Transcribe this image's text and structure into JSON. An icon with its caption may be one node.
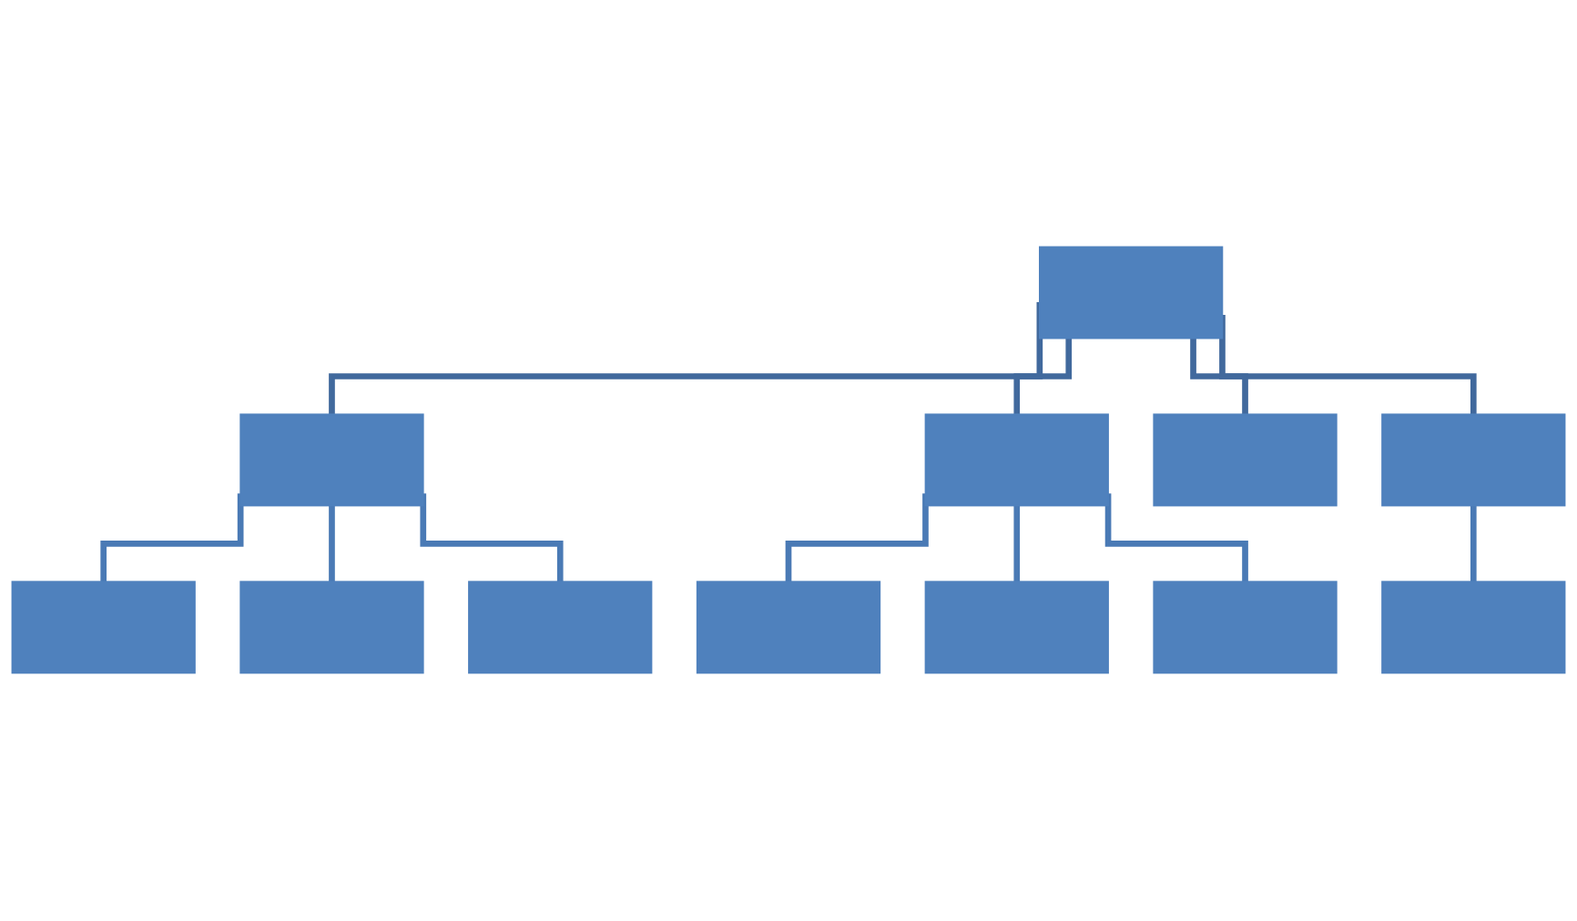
{
  "diagram": {
    "nodes": [
      {
        "text": [],
        "shape": "box"
      },
      {
        "text": [],
        "shape": "box"
      },
      {
        "text": [],
        "shape": "box"
      },
      {
        "text": [],
        "shape": "box"
      },
      {
        "text": [],
        "shape": "box"
      },
      {
        "text": [],
        "shape": "box"
      },
      {
        "text": [],
        "shape": "box"
      },
      {
        "text": [],
        "shape": "box"
      },
      {
        "text": [],
        "shape": "box"
      },
      {
        "text": [],
        "shape": "box"
      },
      {
        "text": [],
        "shape": "box"
      },
      {
        "text": [],
        "shape": "box"
      }
    ],
    "edges": [
      {
        "from": 0,
        "to": 1,
        "arrow": "none",
        "color": "#41699d"
      },
      {
        "from": 0,
        "to": 2,
        "arrow": "none",
        "color": "#41699d"
      },
      {
        "from": 0,
        "to": 3,
        "arrow": "none",
        "color": "#41699d"
      },
      {
        "from": 0,
        "to": 4,
        "arrow": "none",
        "color": "#41699d"
      },
      {
        "from": 1,
        "to": 5,
        "arrow": "none"
      },
      {
        "from": 1,
        "to": 6,
        "arrow": "none"
      },
      {
        "from": 1,
        "to": 7,
        "arrow": "none"
      },
      {
        "from": 2,
        "to": 8,
        "arrow": "none"
      },
      {
        "from": 2,
        "to": 9,
        "arrow": "none"
      },
      {
        "from": 2,
        "to": 10,
        "arrow": "none"
      },
      {
        "from": 4,
        "to": 11,
        "arrow": "none"
      }
    ]
  }
}
